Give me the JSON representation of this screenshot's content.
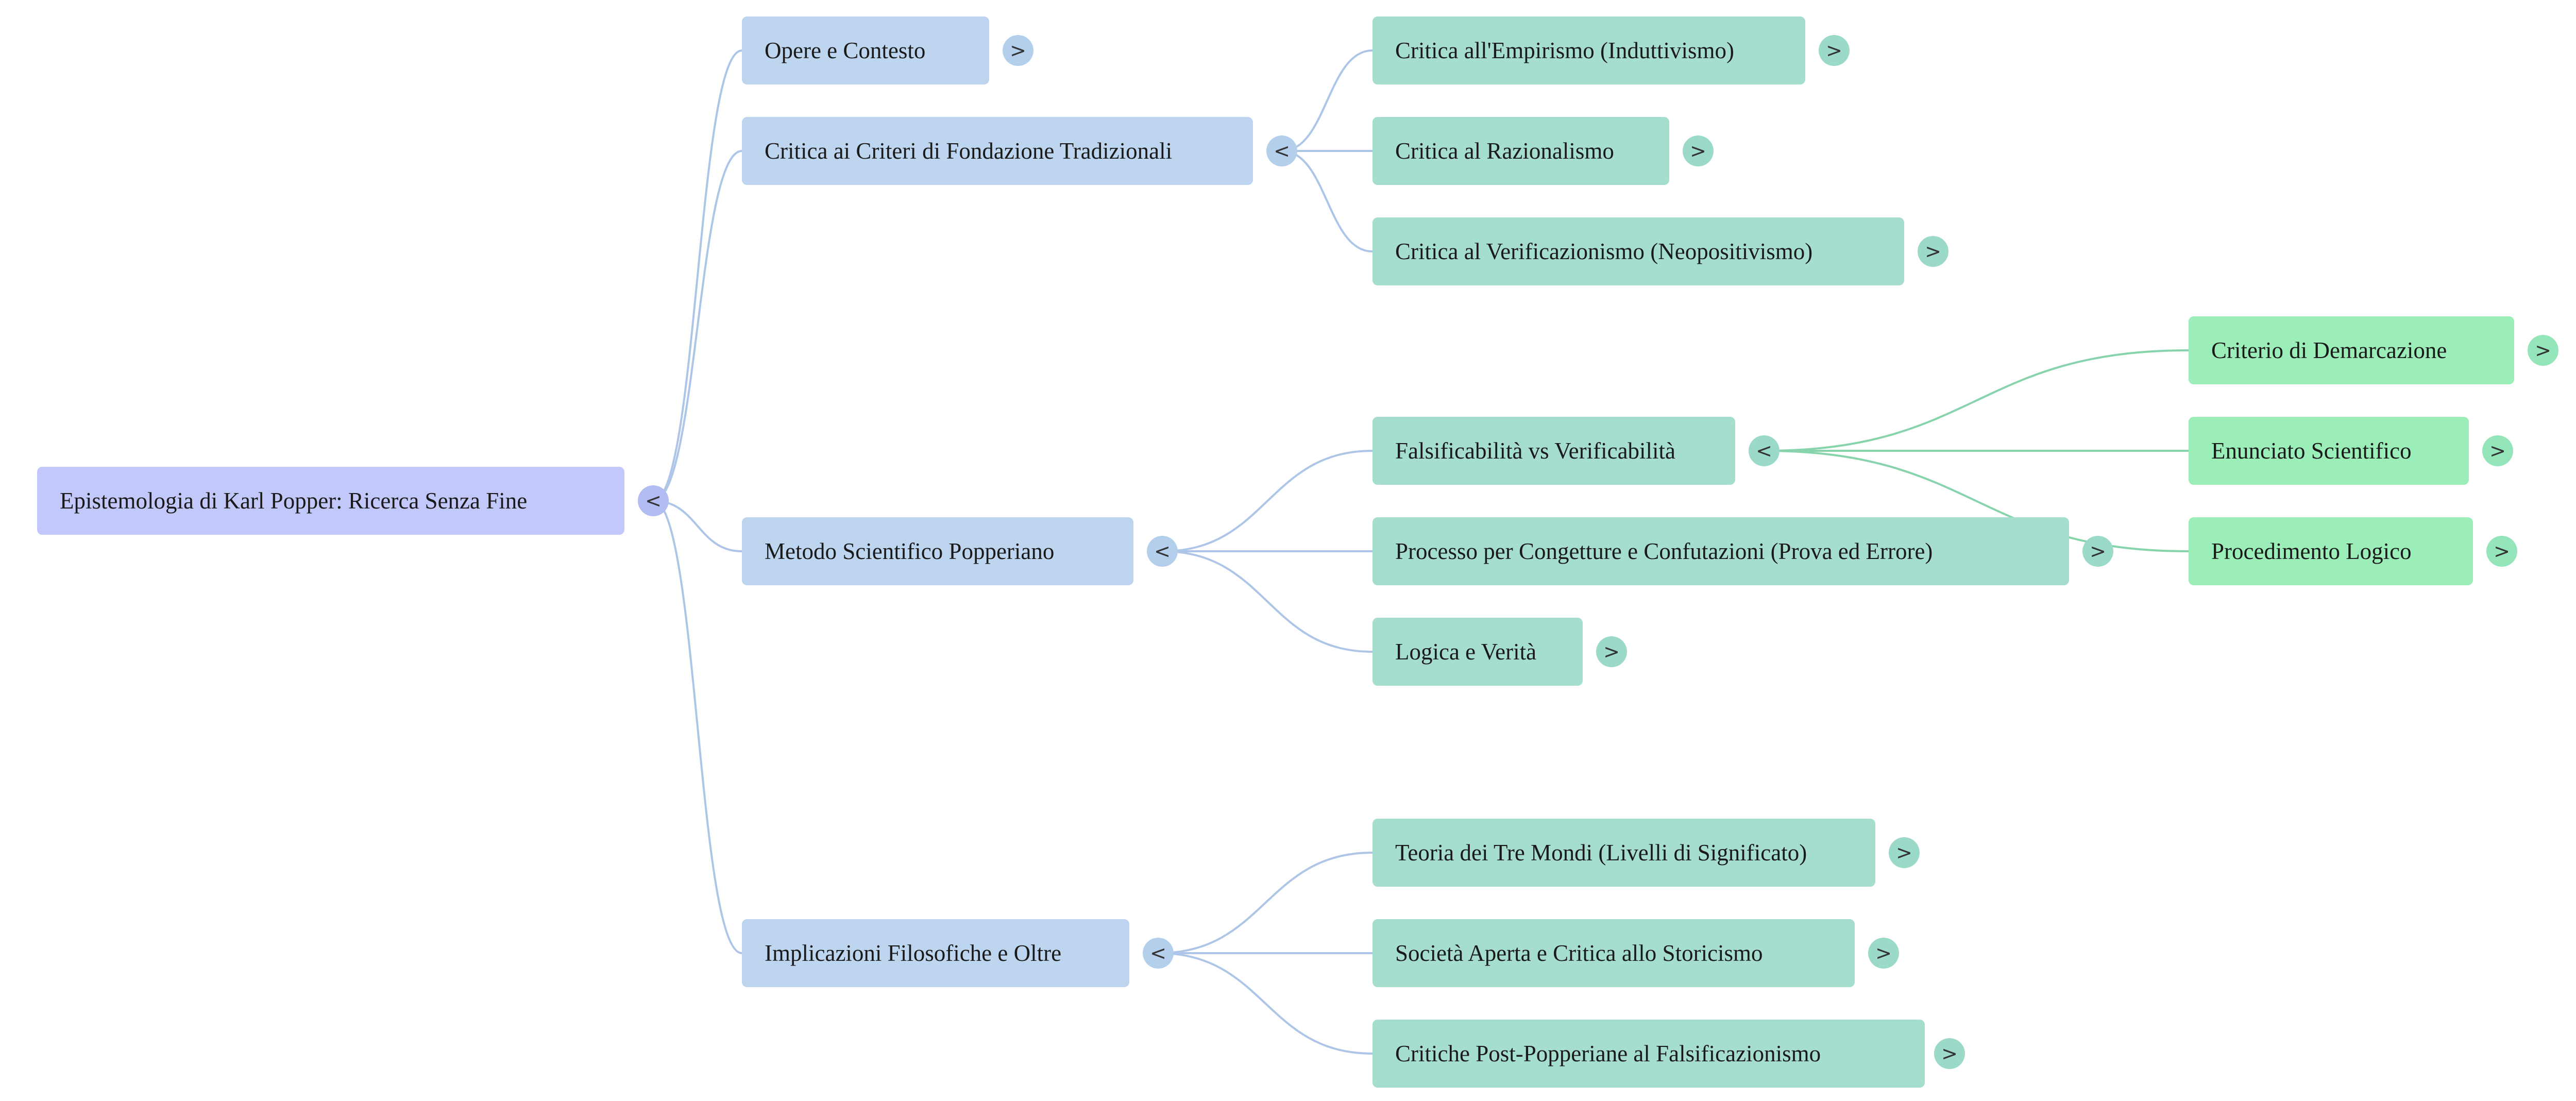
{
  "colors": {
    "root_fill": "#c3c8fb",
    "root_toggle": "#b1bcf3",
    "level1_fill": "#bdd5ef",
    "level1_toggle": "#b3cfec",
    "level2_fill": "#a5ddcf",
    "level2_toggle": "#9bd9c8",
    "level3_fill": "#9beeb7",
    "level3_toggle": "#95e5bb",
    "edge_blue": "#adc6e8",
    "edge_green": "#86d3ac"
  },
  "icons": {
    "collapse": "collapse-toggle-icon",
    "expand": "expand-toggle-icon"
  },
  "mindmap": {
    "root": {
      "id": "root",
      "label": "Epistemologia di Karl Popper: Ricerca Senza Fine",
      "toggle": "<"
    },
    "branches": [
      {
        "id": "b-opere",
        "label": "Opere e Contesto",
        "toggle": ">",
        "children": []
      },
      {
        "id": "b-critica",
        "label": "Critica ai Criteri di Fondazione Tradizionali",
        "toggle": "<",
        "children": [
          {
            "id": "c-empirismo",
            "label": "Critica all'Empirismo (Induttivismo)",
            "toggle": ">",
            "children": []
          },
          {
            "id": "c-razionalismo",
            "label": "Critica al Razionalismo",
            "toggle": ">",
            "children": []
          },
          {
            "id": "c-verificazionismo",
            "label": "Critica al Verificazionismo (Neopositivismo)",
            "toggle": ">",
            "children": []
          }
        ]
      },
      {
        "id": "b-metodo",
        "label": "Metodo Scientifico Popperiano",
        "toggle": "<",
        "children": [
          {
            "id": "m-falsificabilita",
            "label": "Falsificabilità vs Verificabilità",
            "toggle": "<",
            "children": [
              {
                "id": "f-demarcazione",
                "label": "Criterio di Demarcazione",
                "toggle": ">"
              },
              {
                "id": "f-enunciato",
                "label": "Enunciato Scientifico",
                "toggle": ">"
              },
              {
                "id": "f-procedimento",
                "label": "Procedimento Logico",
                "toggle": ">"
              }
            ]
          },
          {
            "id": "m-processo",
            "label": "Processo per Congetture e Confutazioni (Prova ed Errore)",
            "toggle": ">",
            "children": []
          },
          {
            "id": "m-logica",
            "label": "Logica e Verità",
            "toggle": ">",
            "children": []
          }
        ]
      },
      {
        "id": "b-implicazioni",
        "label": "Implicazioni Filosofiche e Oltre",
        "toggle": "<",
        "children": [
          {
            "id": "i-mondi",
            "label": "Teoria dei Tre Mondi (Livelli di Significato)",
            "toggle": ">",
            "children": []
          },
          {
            "id": "i-societa",
            "label": "Società Aperta e Critica allo Storicismo",
            "toggle": ">",
            "children": []
          },
          {
            "id": "i-critiche",
            "label": "Critiche Post-Popperiane al Falsificazionismo",
            "toggle": ">",
            "children": []
          }
        ]
      }
    ]
  }
}
